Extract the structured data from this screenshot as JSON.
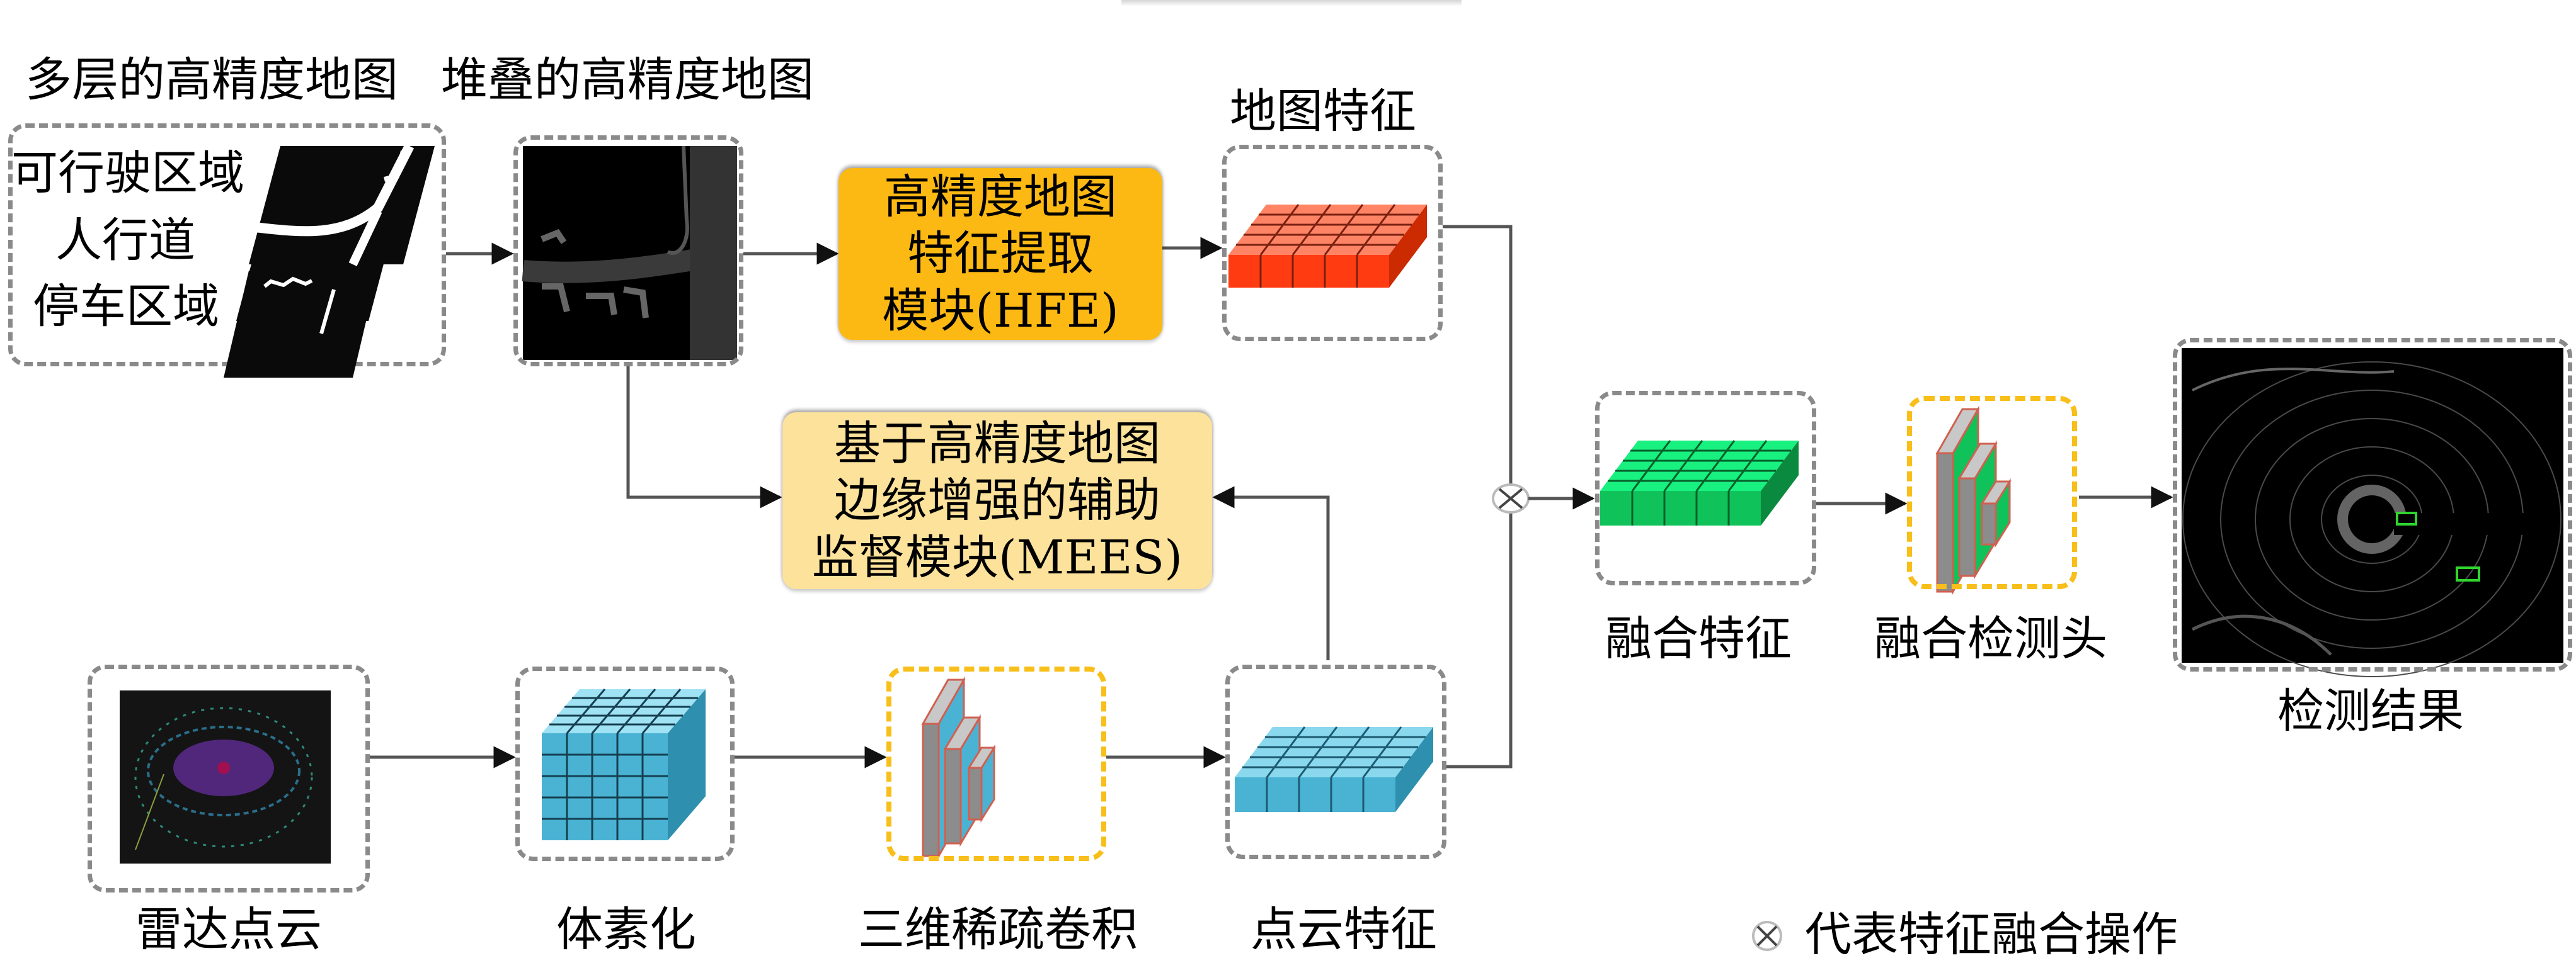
{
  "figure": {
    "top_title_clipped": true,
    "header_labels": {
      "multi_layer_map": "多层的高精度地图",
      "stacked_map": "堆叠的高精度地图"
    },
    "layer_labels": [
      "可行驶区域",
      "人行道",
      "停车区域"
    ],
    "map_feature_label": "地图特征",
    "hfe_module": {
      "lines": [
        "高精度地图",
        "特征提取",
        "模块(HFE)"
      ],
      "color": "#FDB913"
    },
    "mees_module": {
      "lines": [
        "基于高精度地图",
        "边缘增强的辅助",
        "监督模块(MEES)"
      ],
      "color": "#FCE29A"
    },
    "bottom_labels": {
      "lidar": "雷达点云",
      "voxel": "体素化",
      "sparse_conv": "三维稀疏卷积",
      "point_feature": "点云特征"
    },
    "fusion_feature_label": "融合特征",
    "fusion_head_label": "融合检测头",
    "result_label": "检测结果",
    "legend": {
      "symbol": "⊗",
      "text": "代表特征融合操作"
    },
    "colors": {
      "map_feature": "#FF3B12",
      "point_feature": "#4AB3D4",
      "fusion_feature": "#10C25A",
      "module_border_dashed": "#8A8A8A",
      "conv_border_dashed": "#F8BF1A"
    }
  }
}
